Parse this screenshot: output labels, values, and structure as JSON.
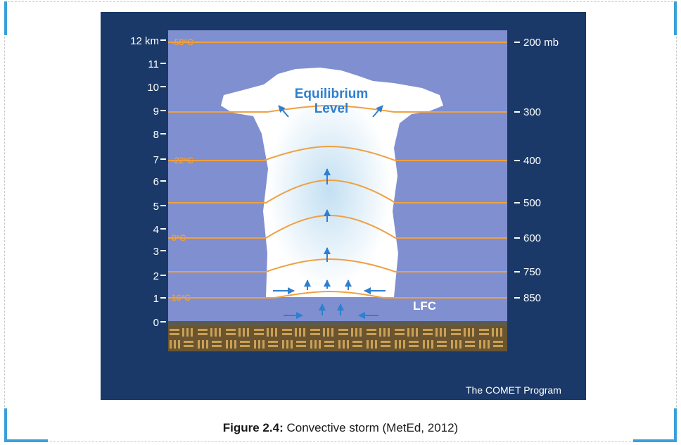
{
  "left_axis": {
    "ticks": [
      "12 km",
      "11",
      "10",
      "9",
      "8",
      "7",
      "6",
      "5",
      "4",
      "3",
      "2",
      "1",
      "0"
    ]
  },
  "right_axis": {
    "ticks": [
      "200 mb",
      "300",
      "400",
      "500",
      "600",
      "750",
      "850"
    ]
  },
  "temperatures": [
    "-58°C",
    "-22°C",
    "0°C",
    "16°C"
  ],
  "labels": {
    "equilibrium_line1": "Equilibrium",
    "equilibrium_line2": "Level",
    "lfc": "LFC"
  },
  "credit": "The COMET Program",
  "caption": {
    "prefix": "Figure 2.4:",
    "text": " Convective storm (MetEd, 2012)"
  },
  "colors": {
    "panel": "#1a3968",
    "sky": "#7f8fd0",
    "isobar": "#f0a040",
    "cloud": "#ffffff",
    "arrow": "#2f7fd0",
    "accent": "#3aa0da"
  }
}
